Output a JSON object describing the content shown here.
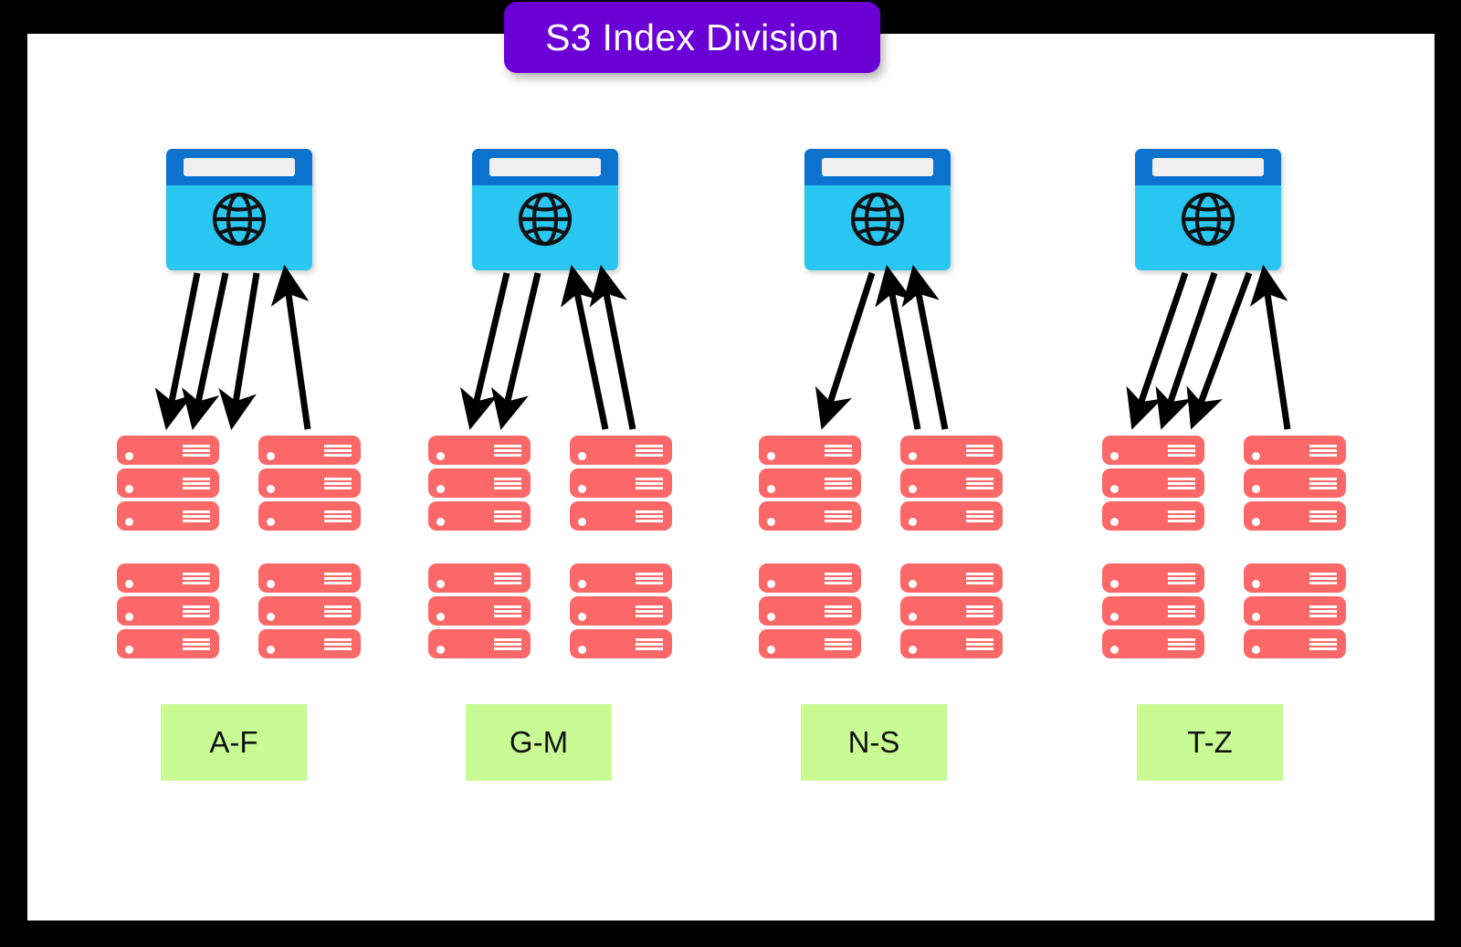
{
  "canvas": {
    "background": "#ffffff",
    "frame_color": "#000000"
  },
  "title": {
    "text": "S3 Index Division",
    "badge_color": "#6A00D6",
    "text_color": "#ffffff"
  },
  "palette": {
    "purple": "#6A00D6",
    "browser_titlebar": "#0B72CE",
    "browser_body": "#2AC6F2",
    "server_red": "#FC6767",
    "label_green": "#C8FB93",
    "arrow_black": "#000000"
  },
  "groups": [
    {
      "id": "group-a-f",
      "label": "A-F",
      "browser": {
        "icon": "globe-browser-icon",
        "url_bar": ""
      },
      "rack_columns": 2,
      "rack_blocks_per_column": 2,
      "units_per_block": 3,
      "arrows": {
        "down": 3,
        "up": 1,
        "down_target": "left-rack",
        "up_source": "right-rack"
      }
    },
    {
      "id": "group-g-m",
      "label": "G-M",
      "browser": {
        "icon": "globe-browser-icon",
        "url_bar": ""
      },
      "rack_columns": 2,
      "rack_blocks_per_column": 2,
      "units_per_block": 3,
      "arrows": {
        "down": 2,
        "up": 2,
        "down_target": "left-rack",
        "up_source": "right-rack"
      }
    },
    {
      "id": "group-n-s",
      "label": "N-S",
      "browser": {
        "icon": "globe-browser-icon",
        "url_bar": ""
      },
      "rack_columns": 2,
      "rack_blocks_per_column": 2,
      "units_per_block": 3,
      "arrows": {
        "down": 1,
        "up": 2,
        "down_target": "left-rack",
        "up_source": "right-rack"
      }
    },
    {
      "id": "group-t-z",
      "label": "T-Z",
      "browser": {
        "icon": "globe-browser-icon",
        "url_bar": ""
      },
      "rack_columns": 2,
      "rack_blocks_per_column": 2,
      "units_per_block": 3,
      "arrows": {
        "down": 3,
        "up": 1,
        "down_target": "left-rack",
        "up_source": "right-rack"
      }
    }
  ]
}
